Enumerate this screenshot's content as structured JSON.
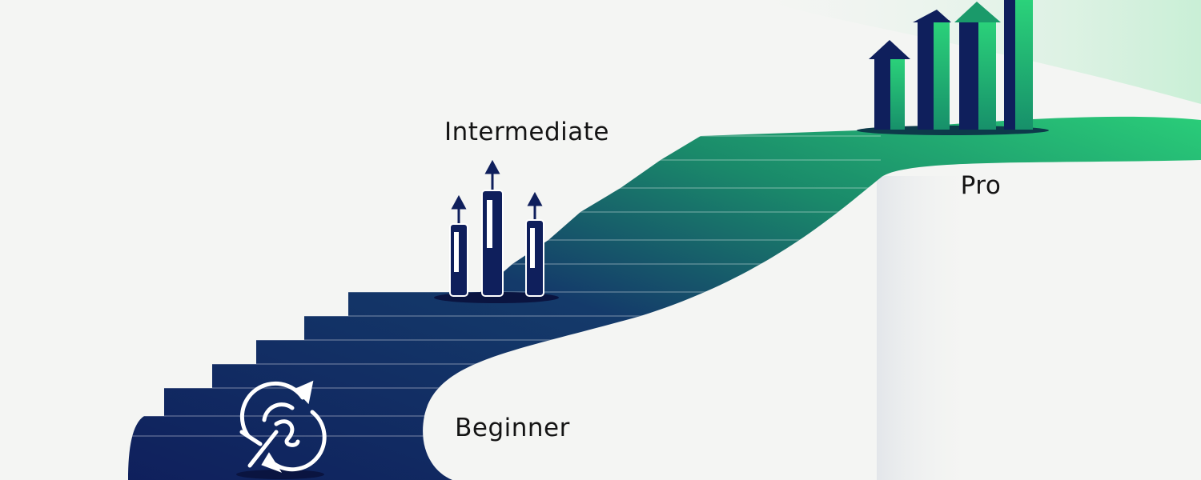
{
  "labels": {
    "beginner": "Beginner",
    "intermediate": "Intermediate",
    "pro": "Pro"
  },
  "colors": {
    "navy": "#0f1f5c",
    "green": "#22c46e",
    "background": "#f4f5f3",
    "text": "#141414"
  },
  "icons": {
    "beginner": "circular-arrows-maze-icon",
    "intermediate": "rising-candlesticks-icon",
    "pro": "rising-bar-chart-icon"
  }
}
